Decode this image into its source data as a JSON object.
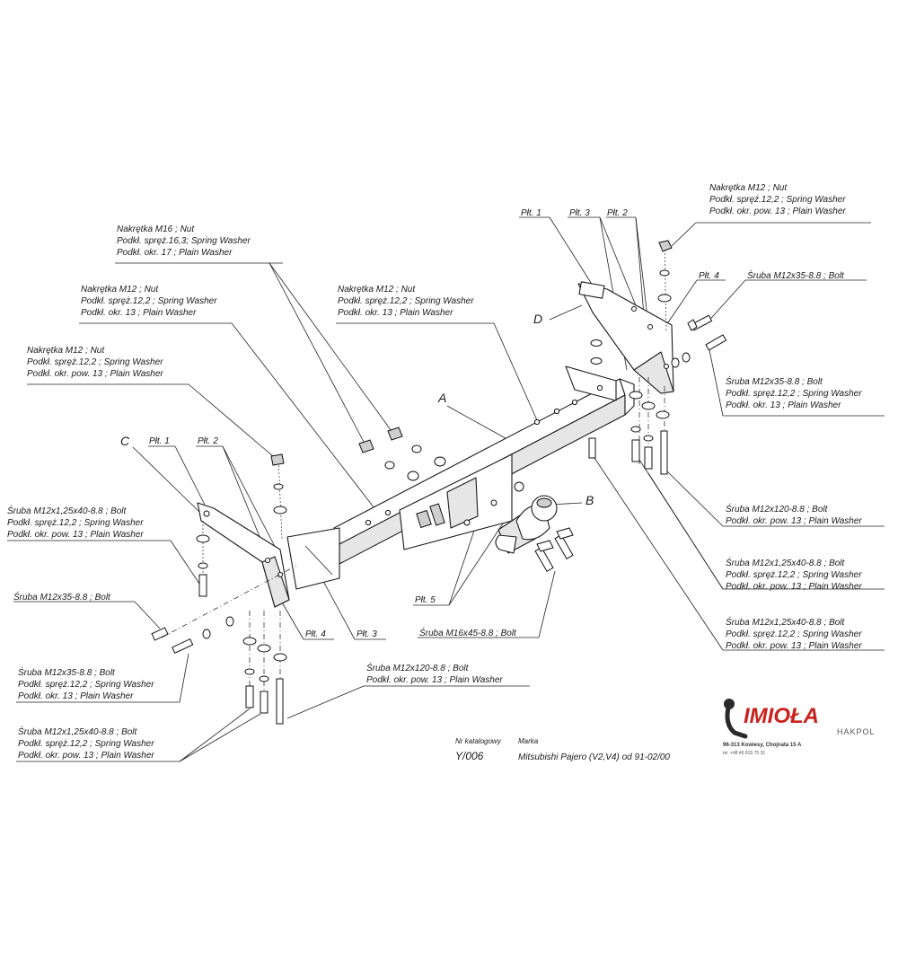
{
  "labels": {
    "nut_top_right": [
      "Nakrętka  M12 ; Nut",
      "Podkł. spręż.12,2 ; Spring Washer",
      "Podkł. okr. pow. 13 ; Plain Washer"
    ],
    "nut_m16": [
      "Nakrętka  M16 ; Nut",
      "Podkł. spręż.16,3; Spring Washer",
      "Podkł. okr. 17 ; Plain Washer"
    ],
    "nut_left_a": [
      "Nakrętka  M12 ; Nut",
      "Podkł. spręż.12,2 ; Spring Washer",
      "Podkł. okr. 13 ; Plain Washer"
    ],
    "nut_center": [
      "Nakrętka  M12 ; Nut",
      "Podkł. spręż.12,2 ; Spring Washer",
      "Podkł. okr. 13 ; Plain Washer"
    ],
    "nut_left_b": [
      "Nakrętka  M12 ; Nut",
      "Podkł. spręż.12,2 ; Spring Washer",
      "Podkł. okr. pow. 13 ; Plain Washer"
    ],
    "bolt_r1": [
      "Śruba M12x35-8.8 ;  Bolt"
    ],
    "bolt_r2": [
      "Śruba M12x35-8.8 ;  Bolt",
      "Podkł. spręż.12,2 ; Spring Washer",
      "Podkł. okr. 13 ; Plain Washer"
    ],
    "bolt_r3": [
      "Śruba M12x120-8.8 ;  Bolt",
      "Podkł. okr. pow. 13 ; Plain Washer"
    ],
    "bolt_r4": [
      "Śruba M12x1,25x40-8.8 ;  Bolt",
      "Podkł. spręż.12,2 ; Spring Washer",
      "Podkł. okr. pow. 13 ; Plain Washer"
    ],
    "bolt_r5": [
      "Śruba M12x1,25x40-8.8 ;  Bolt",
      "Podkł. spręż.12,2 ; Spring Washer",
      "Podkł. okr. pow. 13 ; Plain Washer"
    ],
    "bolt_l1": [
      "Śruba M12x1,25x40-8.8 ;  Bolt",
      "Podkł. spręż.12,2 ; Spring Washer",
      "Podkł. okr. pow. 13 ; Plain Washer"
    ],
    "bolt_l2": [
      "Śruba M12x35-8.8 ;  Bolt"
    ],
    "bolt_l3": [
      "Śruba M12x35-8.8 ;  Bolt",
      "Podkł. spręż.12,2 ; Spring Washer",
      "Podkł. okr. 13 ; Plain Washer"
    ],
    "bolt_l4": [
      "Śruba M12x1,25x40-8.8 ;  Bolt",
      "Podkł. spręż.12,2 ; Spring Washer",
      "Podkł. okr. pow. 13 ; Plain Washer"
    ],
    "bolt_bottom": [
      "Śruba M12x120-8.8 ;  Bolt",
      "Podkł. okr. pow. 13 ; Plain Washer"
    ],
    "bolt_m16": [
      "Śruba M16x45-8.8 ;  Bolt"
    ]
  },
  "plates": {
    "plt1_r": "Płt. 1",
    "plt3_r": "Płt. 3",
    "plt2_r": "Płt. 2",
    "plt4_r": "Płt. 4",
    "plt1_l": "Płt. 1",
    "plt2_l": "Płt. 2",
    "plt4_l": "Płt. 4",
    "plt3_l": "Płt. 3",
    "plt5": "Płt. 5"
  },
  "letters": {
    "a": "A",
    "b": "B",
    "c": "C",
    "d": "D"
  },
  "footer": {
    "code_caption": "Nr katalogowy",
    "code": "Y/006",
    "make_caption": "Marka",
    "vehicle": "Mitsubishi Pajero (V2,V4)   od  91-02/00",
    "brand": "IMIOŁA",
    "brand_sub": "HAKPOL",
    "address": "96-313 Kowiesy, Chojnata 15 A",
    "phone": "tel. +48 46 815 75 31"
  },
  "colors": {
    "brand": "#c8231e",
    "ink": "#1a1a1a"
  }
}
